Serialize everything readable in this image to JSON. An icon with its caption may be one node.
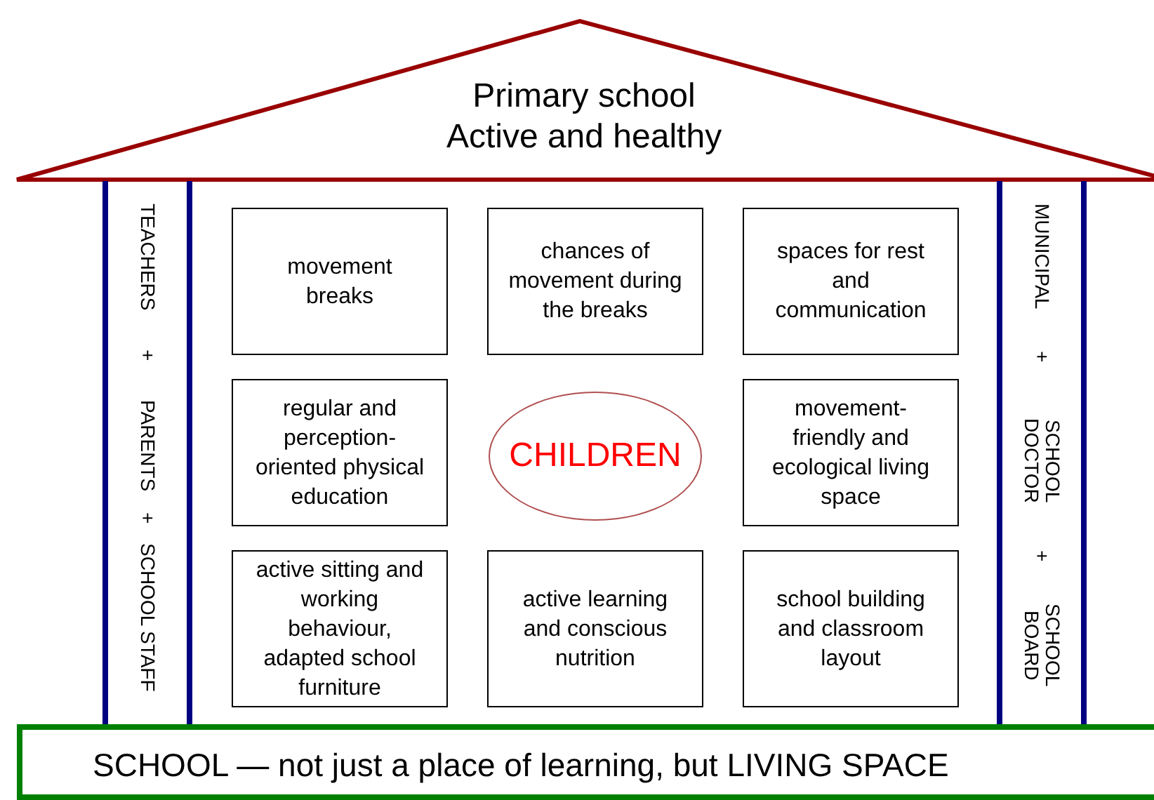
{
  "diagram": {
    "nodes": [
      {
        "text": [
          "Primary school",
          "Active and healthy"
        ]
      },
      {
        "text": [
          "TEACHERS",
          "+",
          "PARENTS",
          "+",
          "SCHOOL STAFF"
        ]
      },
      {
        "text": [
          "MUNICIPAL",
          "+",
          "SCHOOL DOCTOR",
          "+",
          "SCHOOL BOARD"
        ]
      },
      {
        "text": [
          "movement breaks"
        ]
      },
      {
        "text": [
          "chances of movement during the breaks"
        ]
      },
      {
        "text": [
          "spaces for rest and communication"
        ]
      },
      {
        "text": [
          "regular and perception-oriented physical education"
        ]
      },
      {
        "text": [
          "CHILDREN"
        ]
      },
      {
        "text": [
          "movement-friendly and ecological living space"
        ]
      },
      {
        "text": [
          "active sitting and working behaviour, adapted school furniture"
        ]
      },
      {
        "text": [
          "active learning and conscious nutrition"
        ]
      },
      {
        "text": [
          "school building and classroom layout"
        ]
      },
      {
        "text": [
          "SCHOOL — not just a place of learning, but LIVING SPACE"
        ]
      }
    ]
  }
}
